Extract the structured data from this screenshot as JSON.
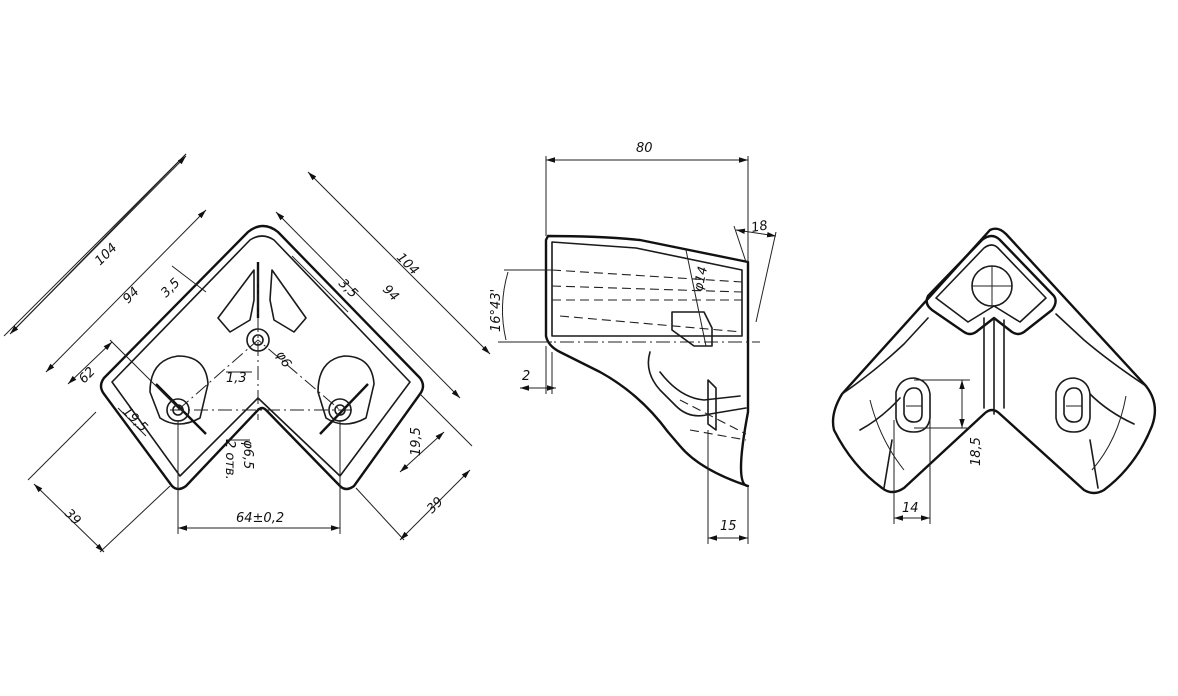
{
  "views": {
    "plan": {
      "dims": {
        "d104a": "104",
        "d94a": "94",
        "d35a": "3,5",
        "d104b": "104",
        "d94b": "94",
        "d35b": "3,5",
        "d62": "62",
        "d195a": "19,5",
        "d13": "1,3",
        "d6": "φ6",
        "d65": "φ6,5",
        "holes": "2 отв.",
        "d195b": "19,5",
        "d39a": "39",
        "d39b": "39",
        "d64": "64±0,2"
      }
    },
    "side": {
      "dims": {
        "d80": "80",
        "d18": "18",
        "d14": "φ14",
        "d163": "16°43'",
        "d2": "2",
        "d15": "15"
      }
    },
    "iso": {
      "dims": {
        "d185": "18,5",
        "d14": "14"
      }
    }
  }
}
